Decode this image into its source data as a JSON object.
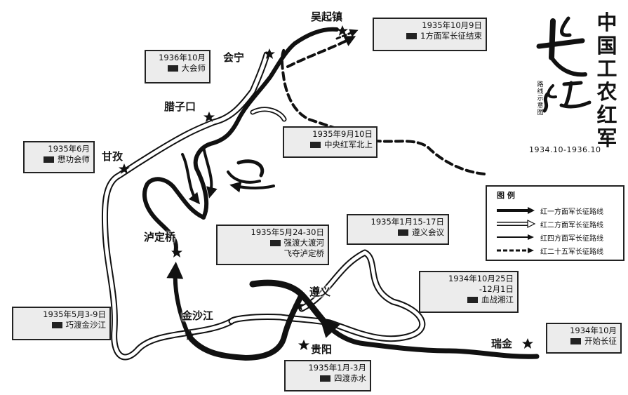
{
  "title": {
    "chars": [
      "中",
      "国",
      "工",
      "农",
      "红",
      "军"
    ],
    "calligraphy": "长征",
    "subtitle_chars": [
      "路",
      "线",
      "示",
      "意",
      "图"
    ],
    "period": "1934.10-1936.10"
  },
  "places": {
    "wuqi": "吴起镇",
    "huining": "会宁",
    "lazikou": "腊子口",
    "ganzi": "甘孜",
    "luding": "泸定桥",
    "jinsha": "金沙江",
    "zunyi": "遵义",
    "guiyang": "贵阳",
    "ruijin": "瑞金"
  },
  "events": {
    "wuqi": {
      "date": "1935年10月9日",
      "text": "1方面军长征结束"
    },
    "huining": {
      "date": "1936年10月",
      "text": "大会师"
    },
    "beishang": {
      "date": "1935年9月10日",
      "text": "中央红军北上"
    },
    "ganzi": {
      "date": "1935年6月",
      "text": "懋功会师"
    },
    "luding": {
      "date": "1935年5月24-30日",
      "text": "强渡大渡河",
      "text2": "飞夺泸定桥"
    },
    "zunyi": {
      "date": "1935年1月15-17日",
      "text": "遵义会议"
    },
    "xiangjiang": {
      "date": "1934年10月25日",
      "text": "-12月1日",
      "text2": "血战湘江"
    },
    "ruijin": {
      "date": "1934年10月",
      "text": "开始长征"
    },
    "jinsha": {
      "date": "1935年5月3-9日",
      "text": "巧渡金沙江"
    },
    "chishui": {
      "date": "1935年1月-3月",
      "text": "四渡赤水"
    }
  },
  "legend": {
    "title": "图  例",
    "items": [
      {
        "label": "红一方面军长征路线"
      },
      {
        "label": "红二方面军长征路线"
      },
      {
        "label": "红四方面军长征路线"
      },
      {
        "label": "红二十五军长征路线"
      }
    ]
  }
}
